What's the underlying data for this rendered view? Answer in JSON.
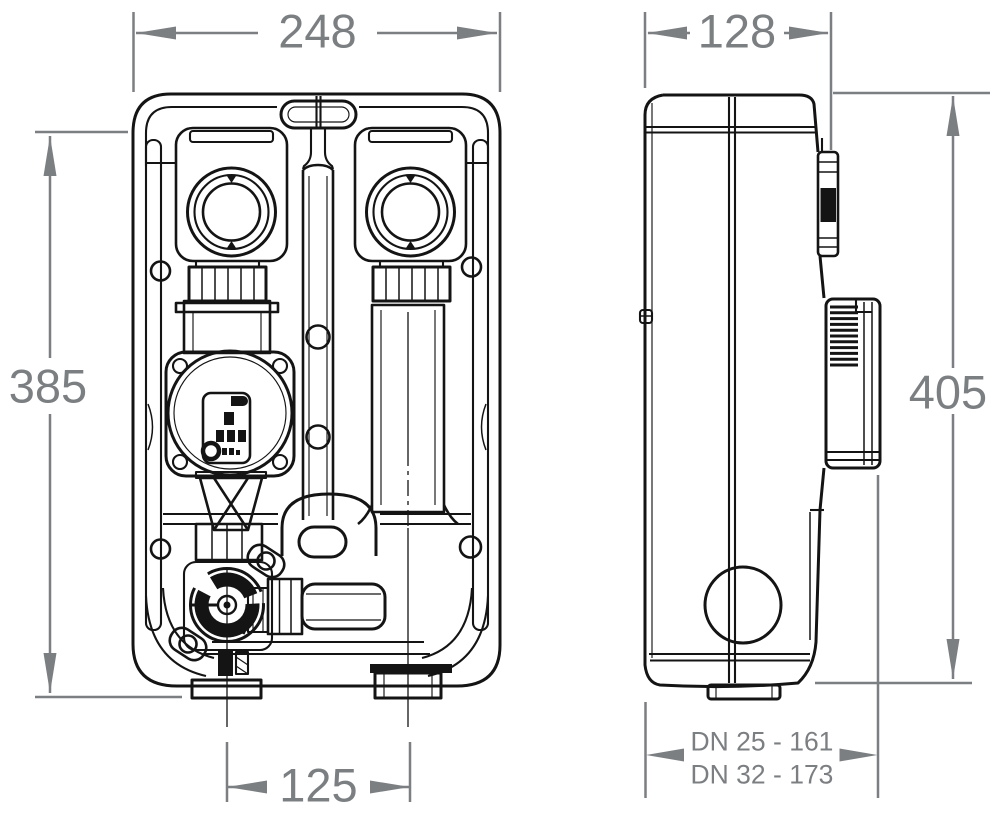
{
  "colors": {
    "line": "#141414",
    "dim": "#7c7f82",
    "bg": "#ffffff"
  },
  "drawing": {
    "kind": "technical-dimension-drawing",
    "views": [
      "front-view",
      "side-view"
    ]
  },
  "dimensions": {
    "front_width": "248",
    "front_height": "385",
    "bottom_port_spacing": "125",
    "side_depth": "128",
    "side_height": "405",
    "depth_note_line1": "DN 25 - 161",
    "depth_note_line2": "DN 32 - 173"
  }
}
